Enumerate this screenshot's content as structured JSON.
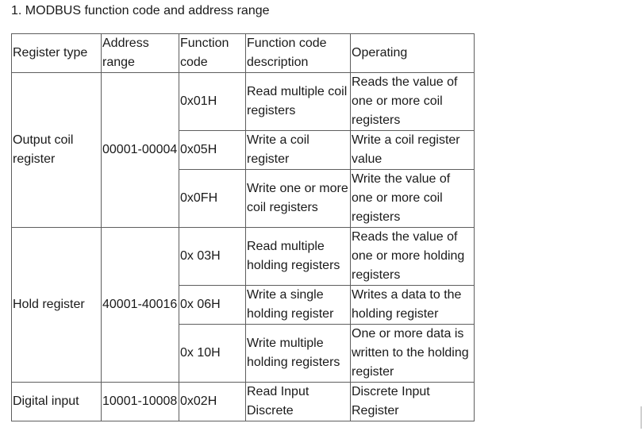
{
  "heading": "1. MODBUS function code and address range",
  "headers": {
    "register_type": "Register type",
    "address_range": "Address range",
    "function_code": "Function code",
    "function_desc": "Function code description",
    "operating": "Operating"
  },
  "groups": [
    {
      "register_type": "Output coil register",
      "address_range": "00001-00004",
      "rows": [
        {
          "code": "0x01H",
          "desc": "Read multiple coil registers",
          "operating": "Reads the value of one or more coil registers"
        },
        {
          "code": "0x05H",
          "desc": "Write a coil register",
          "operating": "Write a coil register value"
        },
        {
          "code": "0x0FH",
          "desc": "Write one or more coil registers",
          "operating": "Write the value of one or more coil registers"
        }
      ]
    },
    {
      "register_type": "Hold register",
      "address_range": "40001-40016",
      "rows": [
        {
          "code": "0x 03H",
          "desc": "Read multiple holding registers",
          "operating": "Reads the value of one or more holding registers"
        },
        {
          "code": "0x 06H",
          "desc": "Write a single holding register",
          "operating": "Writes a data to the holding register"
        },
        {
          "code": "0x 10H",
          "desc": "Write multiple holding registers",
          "operating": "One or more data is written to the holding register"
        }
      ]
    },
    {
      "register_type": "Digital input",
      "address_range": "10001-10008",
      "rows": [
        {
          "code": "0x02H",
          "desc": "Read Input Discrete",
          "operating": "Discrete Input Register"
        }
      ]
    }
  ]
}
